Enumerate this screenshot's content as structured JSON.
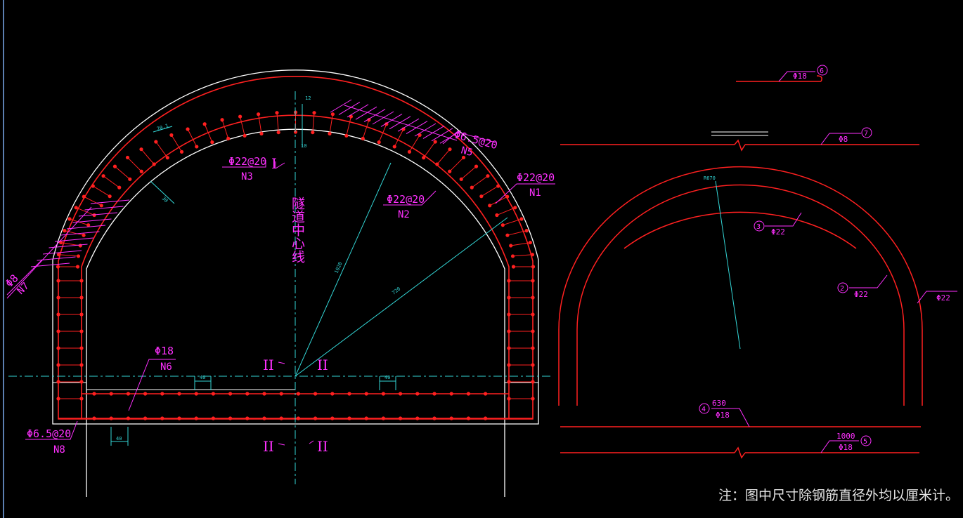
{
  "colors": {
    "background": "#000000",
    "outline": "#ffffff",
    "rebar": "#ff2020",
    "label": "#ff30ff",
    "axis": "#33d6d6",
    "note": "#e6e6e6"
  },
  "main_section": {
    "centerline_label": "隧道中心线",
    "leaders": {
      "n1": {
        "dia": "Φ22@20",
        "id": "N1"
      },
      "n2": {
        "dia": "Φ22@20",
        "id": "N2"
      },
      "n3": {
        "dia": "Φ22@20",
        "id": "N3"
      },
      "n5": {
        "dia": "Φ6.5@20",
        "id": "N5"
      },
      "n6": {
        "dia": "Φ18",
        "id": "N6"
      },
      "n7": {
        "dia": "Φ8",
        "id": "N7"
      },
      "n8": {
        "dia": "Φ6.5@20",
        "id": "N8"
      }
    },
    "section_marks": {
      "i": "I",
      "ii": "II"
    },
    "dims": {
      "top": "12",
      "top2": "10",
      "r1": "1020",
      "r2": "720",
      "d1": "20.1",
      "d2": "30",
      "d3": "40",
      "d4": "40",
      "d5": "40"
    }
  },
  "bar_details": {
    "bar6": {
      "num": "6",
      "dia": "Φ18"
    },
    "bar7": {
      "num": "7",
      "dia": "Φ8"
    },
    "bar3": {
      "num": "3",
      "dia": "Φ22"
    },
    "bar2": {
      "num": "2",
      "dia": "Φ22"
    },
    "bar1": {
      "dia": "Φ22"
    },
    "bar4": {
      "num": "4",
      "len": "630",
      "dia": "Φ18"
    },
    "bar5": {
      "num": "5",
      "len": "1000",
      "dia": "Φ18"
    },
    "arc_dim": "R670"
  },
  "note": "注：图中尺寸除钢筋直径外均以厘米计。"
}
